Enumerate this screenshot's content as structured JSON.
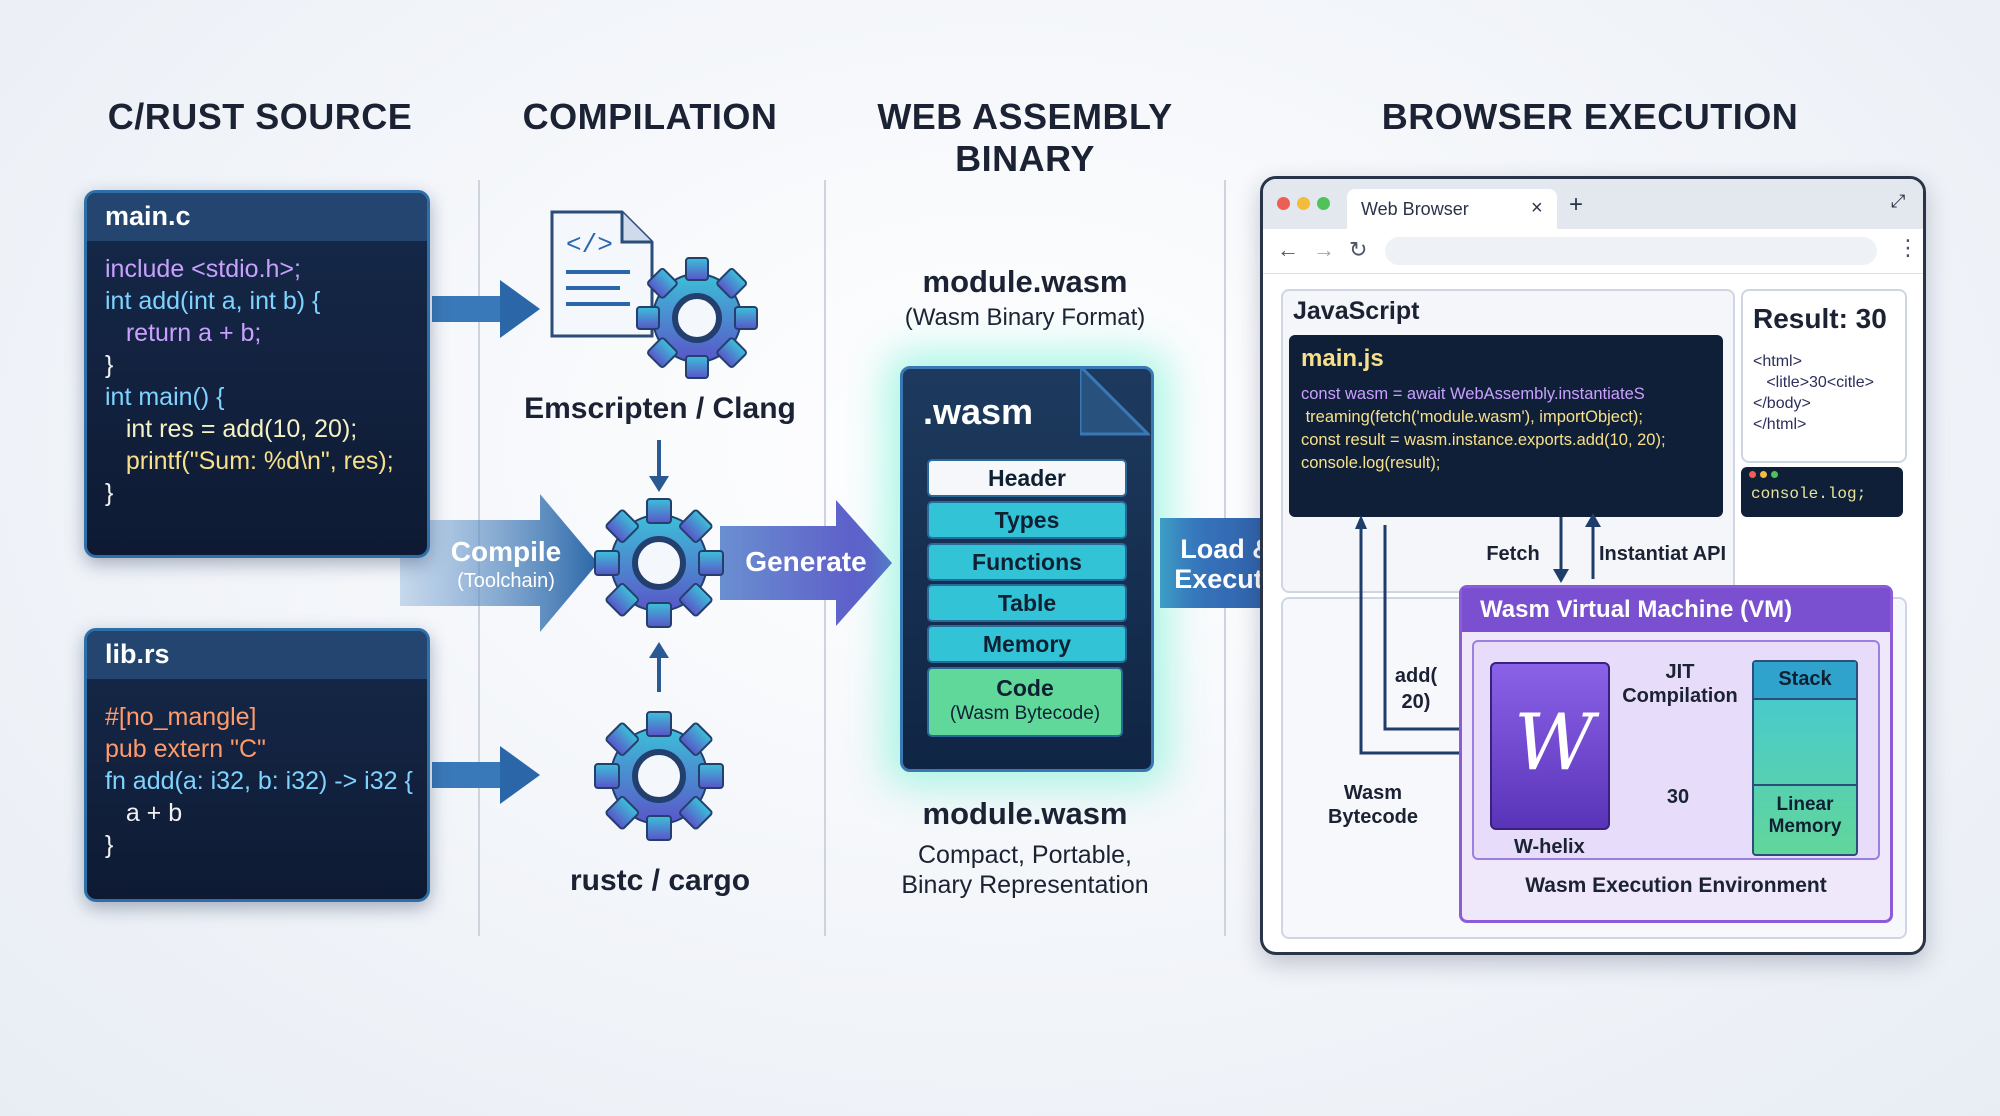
{
  "columns": {
    "source": "C/RUST SOURCE",
    "compilation": "COMPILATION",
    "wasm_line1": "WEB ASSEMBLY",
    "wasm_line2": "BINARY",
    "browser": "BROWSER EXECUTION"
  },
  "main_c": {
    "filename": "main.c",
    "lines": [
      "include <stdio.h>;",
      "",
      "int add(int a, int b) {",
      "   return a + b;",
      "}",
      "",
      "int main() {",
      "   int res = add(10, 20);",
      "   printf(\"Sum: %d\\n\", res);",
      "}"
    ]
  },
  "lib_rs": {
    "filename": "lib.rs",
    "lines": [
      "#[no_mangle]",
      "pub extern \"C\"",
      "fn add(a: i32, b: i32) -> i32 {",
      "   a + b",
      "}"
    ]
  },
  "compilation": {
    "emscripten": "Emscripten / Clang",
    "rustc": "rustc / cargo",
    "compile": "Compile",
    "toolchain": "(Toolchain)",
    "generate": "Generate"
  },
  "wasm": {
    "top_name": "module.wasm",
    "top_sub": "(Wasm Binary Format)",
    "file_label": ".wasm",
    "sections": [
      "Header",
      "Types",
      "Functions",
      "Table",
      "Memory"
    ],
    "code_line1": "Code",
    "code_line2": "(Wasm Bytecode)",
    "bottom_name": "module.wasm",
    "bottom_sub1": "Compact, Portable,",
    "bottom_sub2": "Binary Representation"
  },
  "load_execute": [
    "Load &",
    "Execute"
  ],
  "browser": {
    "tab_title": "Web Browser",
    "tab_close": "×",
    "new_tab": "+",
    "js_panel": "JavaScript",
    "main_js": "main.js",
    "js_lines": [
      "const wasm = await WebAssembly.instantiateS",
      " treaming(fetch('module.wasm'), importObject);",
      "",
      "const result = wasm.instance.exports.add(10, 20);",
      "console.log(result);"
    ],
    "result": "Result: 30",
    "html_lines": [
      "<html>",
      "   <litle>30<citle>",
      "</body>",
      "</html>"
    ],
    "console": "console.log;",
    "fetch": "Fetch",
    "instantiate": "Instantiat API",
    "add_call1": "add(",
    "add_call2": "20)",
    "wasm_bytecode1": "Wasm",
    "wasm_bytecode2": "Bytecode",
    "vm_title": "Wasm Virtual Machine (VM)",
    "jit1": "JIT",
    "jit2": "Compilation",
    "ret_value": "30",
    "helix": "W-helix",
    "stack": "Stack",
    "linear1": "Linear",
    "linear2": "Memory",
    "env": "Wasm Execution Environment"
  },
  "colors": {
    "arrow_blue": "#2b67a8",
    "wasm_glow": "#46f0c8",
    "section_fill": "#33c3d6",
    "vm_purple": "#8b5cd6"
  }
}
